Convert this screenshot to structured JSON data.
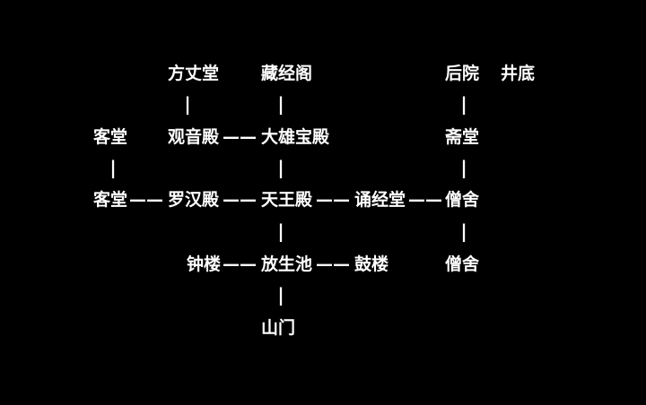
{
  "colors": {
    "background": "#000000",
    "text": "#ffffff"
  },
  "nodes": {
    "fangzhangtang": "方丈堂",
    "cangjingge": "藏经阁",
    "houyuan": "后院",
    "jingdi": "井底",
    "ketang_upper": "客堂",
    "guanyindian": "观音殿",
    "daxiongbaodian": "大雄宝殿",
    "zhaitang": "斋堂",
    "ketang_lower": "客堂",
    "luohandian": "罗汉殿",
    "tianwangdian": "天王殿",
    "songjingtang": "诵经堂",
    "sengshe_mid": "僧舍",
    "zhonglou": "钟楼",
    "fangshengchi": "放生池",
    "gulou": "鼓楼",
    "sengshe_lower": "僧舍",
    "shanmen": "山门"
  },
  "connectors": {
    "horizontal": "——",
    "vertical": "|"
  }
}
